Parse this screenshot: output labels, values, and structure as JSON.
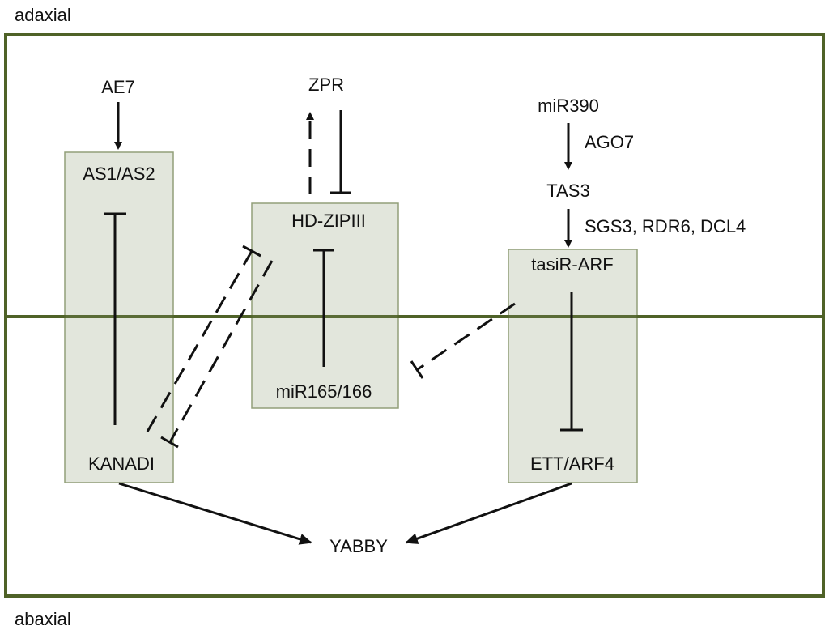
{
  "regions": {
    "top": "adaxial",
    "bottom": "abaxial"
  },
  "colors": {
    "frame": "#4f6228",
    "box_fill": "#dde2d6",
    "box_stroke": "#7f8f62",
    "ink": "#111111"
  },
  "labels": {
    "ae7": "AE7",
    "as1as2": "AS1/AS2",
    "kanadi": "KANADI",
    "zpr": "ZPR",
    "hdzipiii": "HD-ZIPIII",
    "mir165": "miR165/166",
    "mir390": "miR390",
    "ago7": "AGO7",
    "tas3": "TAS3",
    "sgs3": "SGS3, RDR6, DCL4",
    "tasiarf": "tasiR-ARF",
    "ettarf4": "ETT/ARF4",
    "yabby": "YABBY"
  }
}
